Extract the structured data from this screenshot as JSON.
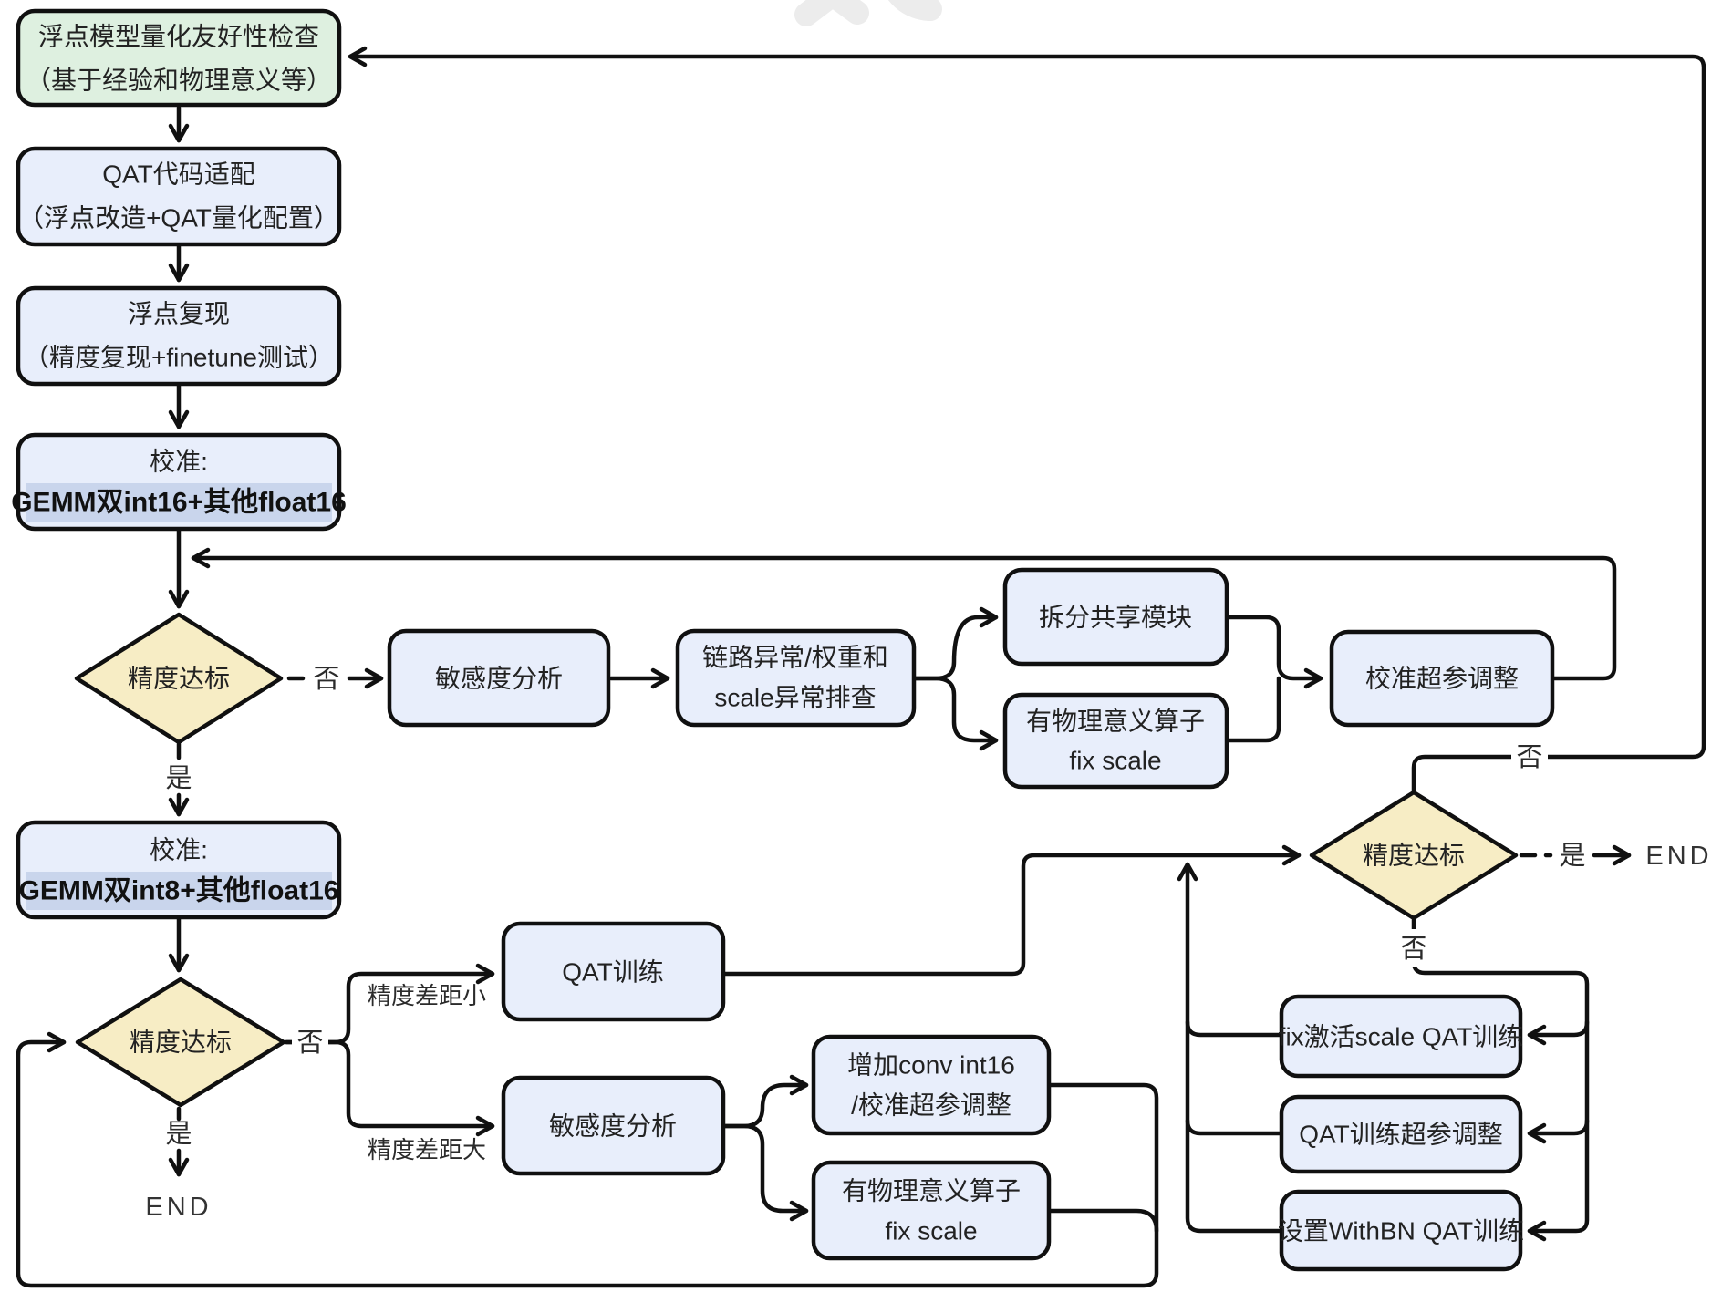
{
  "colors": {
    "background": "#ffffff",
    "line": "#101010",
    "box_fill": "#e8eefb",
    "green_fill": "#def0e0",
    "diamond_fill": "#f7edc5",
    "highlight_fill": "#c9d5ec",
    "text": "#222222"
  },
  "nodes": {
    "float_check": {
      "line1": "浮点模型量化友好性检查",
      "line2": "（基于经验和物理意义等）"
    },
    "qat_adapt": {
      "line1": "QAT代码适配",
      "line2": "（浮点改造+QAT量化配置）"
    },
    "float_repro": {
      "line1": "浮点复现",
      "line2": "（精度复现+finetune测试）"
    },
    "calib_int16": {
      "line1": "校准:",
      "line2": "GEMM双int16+其他float16"
    },
    "decision1": {
      "label": "精度达标"
    },
    "sens1": {
      "label": "敏感度分析"
    },
    "link_check": {
      "line1": "链路异常/权重和",
      "line2": "scale异常排查"
    },
    "split_share": {
      "label": "拆分共享模块"
    },
    "phys_fix_top": {
      "line1": "有物理意义算子",
      "line2": "fix scale"
    },
    "calib_hyper": {
      "label": "校准超参调整"
    },
    "calib_int8": {
      "line1": "校准:",
      "line2": "GEMM双int8+其他float16"
    },
    "decision2": {
      "label": "精度达标"
    },
    "decision3": {
      "label": "精度达标"
    },
    "qat_train": {
      "label": "QAT训练"
    },
    "sens2": {
      "label": "敏感度分析"
    },
    "conv_int16": {
      "line1": "增加conv int16",
      "line2": "/校准超参调整"
    },
    "phys_fix_bottom": {
      "line1": "有物理意义算子",
      "line2": "fix scale"
    },
    "fix_act_scale": {
      "label": "fix激活scale QAT训练"
    },
    "qat_hyper": {
      "label": "QAT训练超参调整"
    },
    "with_bn": {
      "label": "设置WithBN QAT训练"
    }
  },
  "edge_labels": {
    "no1": "否",
    "yes1": "是",
    "no2_top": "否",
    "yes2": "是",
    "end2": "END",
    "no2_bottom": "否",
    "no3": "否",
    "yes3": "是",
    "end3": "END",
    "gap_small": "精度差距小",
    "gap_big": "精度差距大"
  }
}
